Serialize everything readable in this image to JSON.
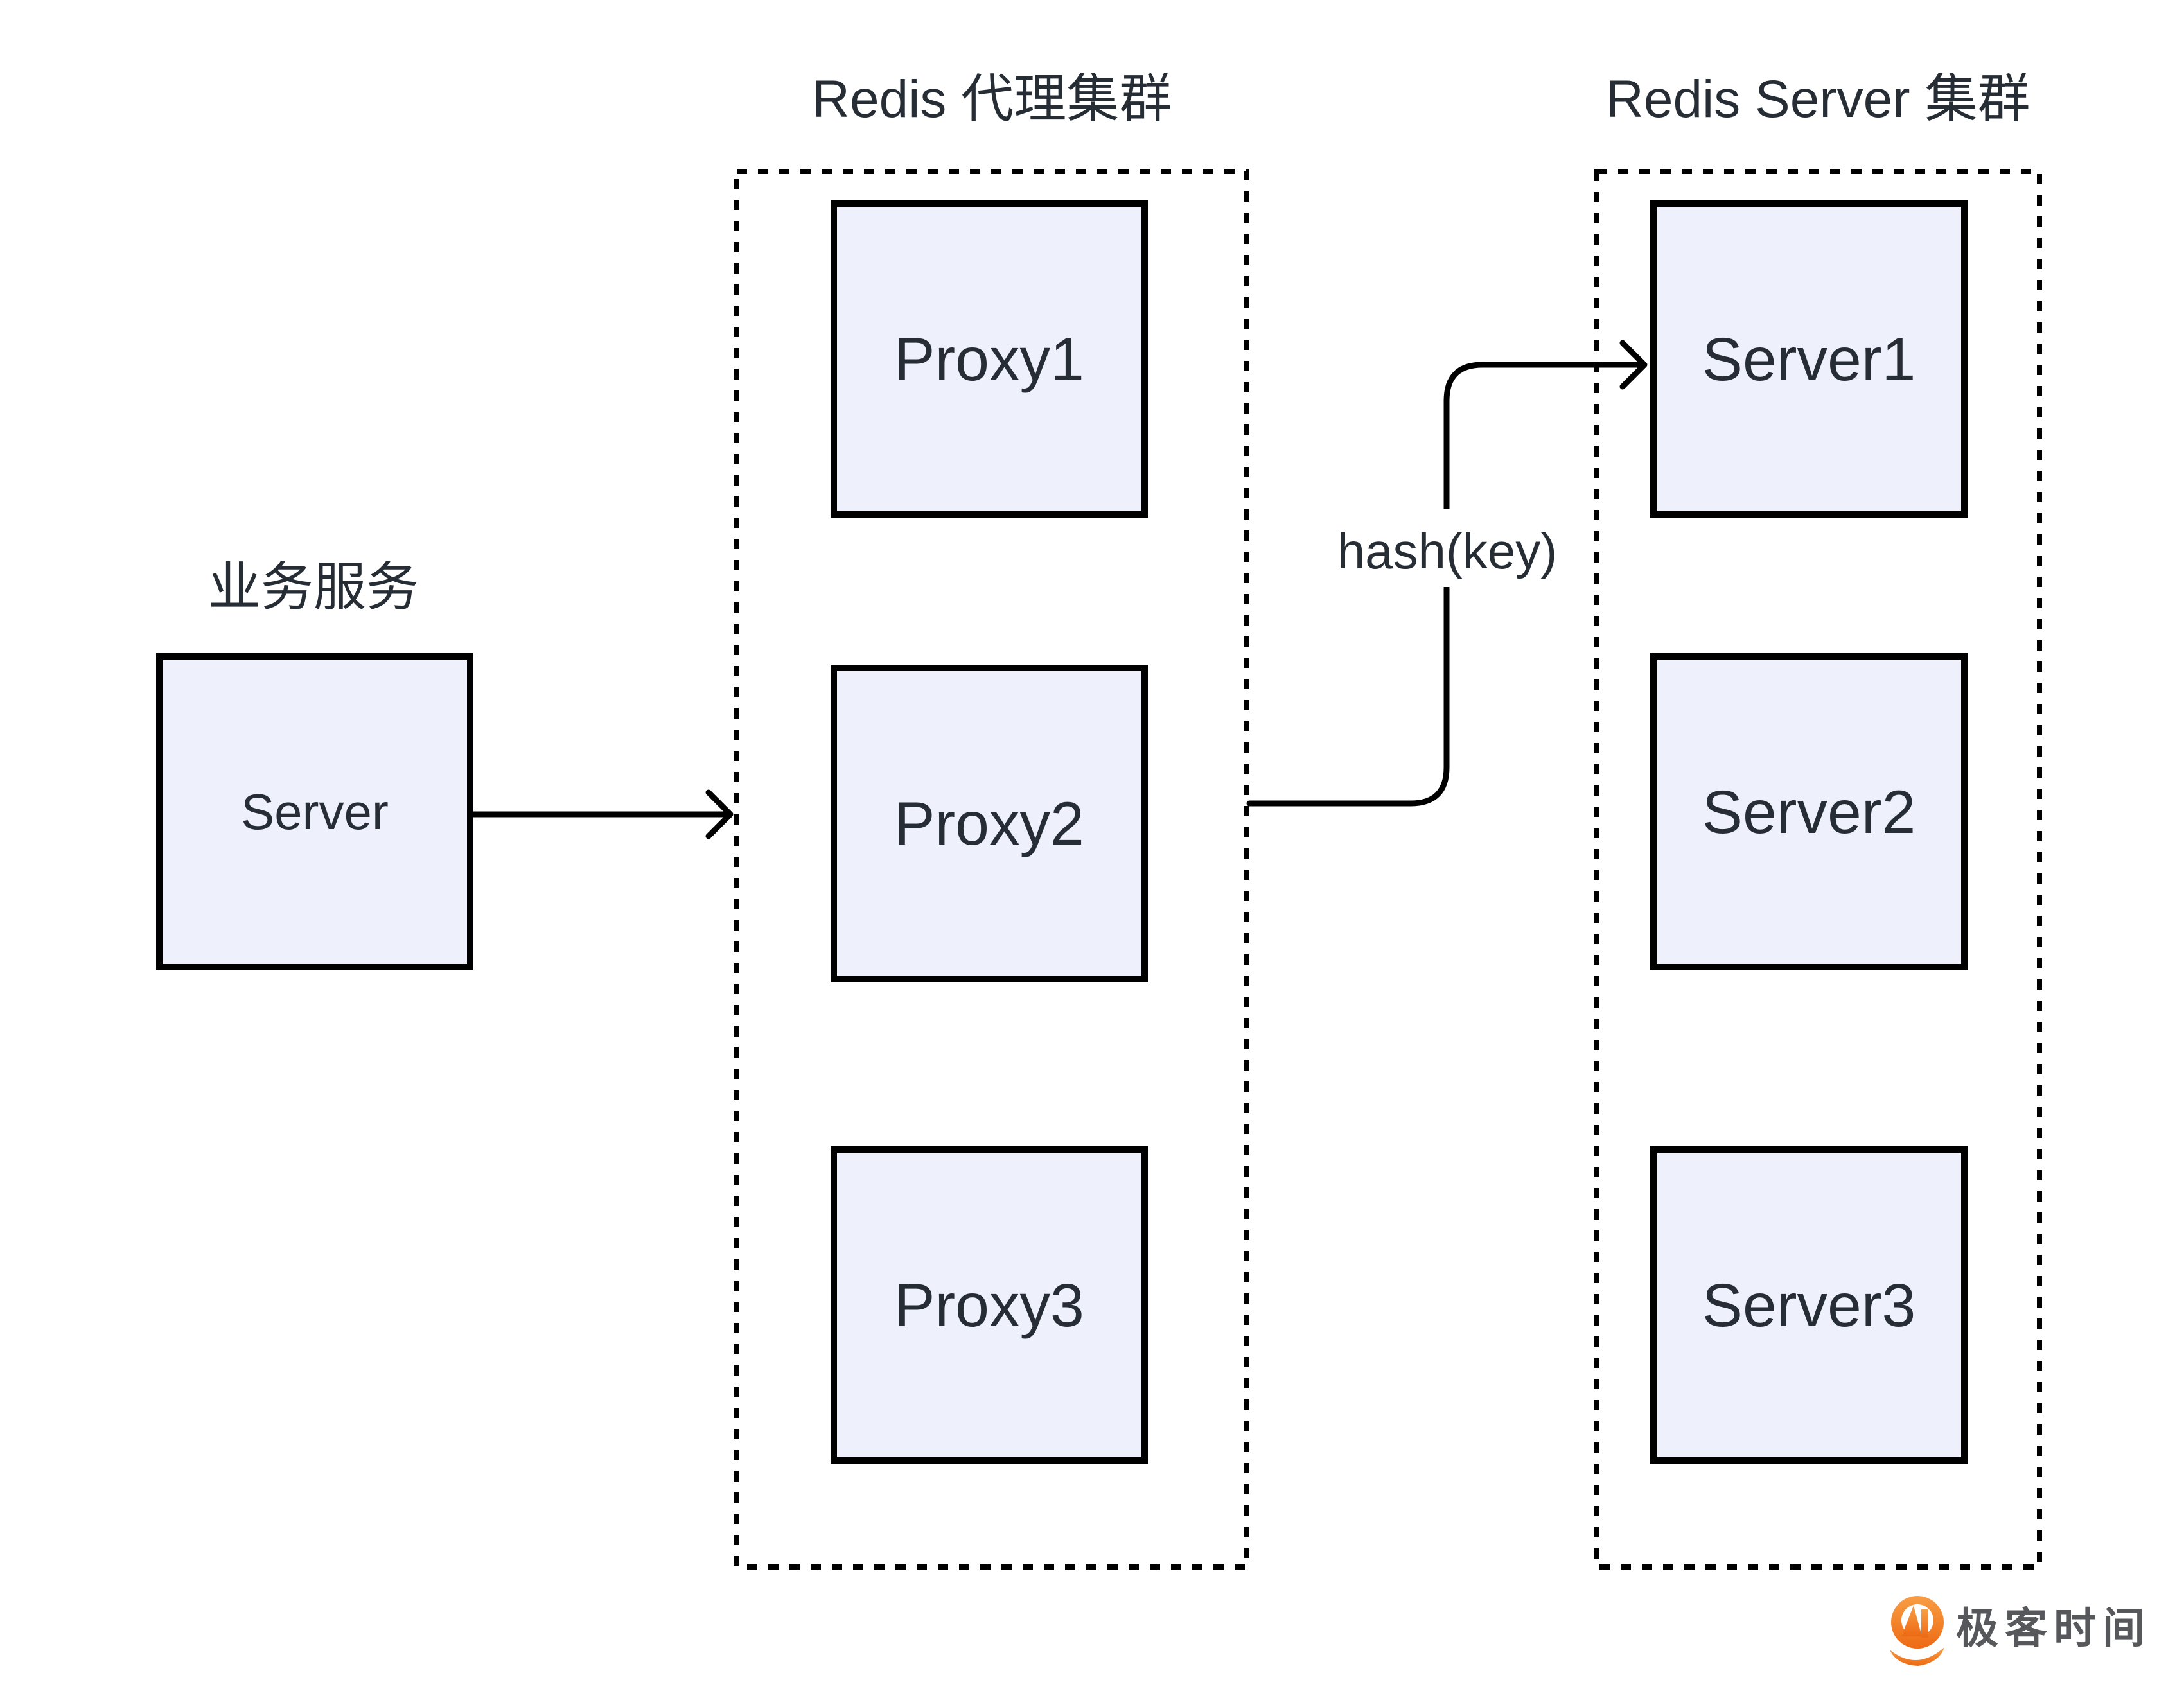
{
  "diagram": {
    "business": {
      "title": "业务服务",
      "server_label": "Server"
    },
    "proxy_cluster": {
      "title": "Redis 代理集群",
      "nodes": [
        "Proxy1",
        "Proxy2",
        "Proxy3"
      ]
    },
    "server_cluster": {
      "title": "Redis Server 集群",
      "nodes": [
        "Server1",
        "Server2",
        "Server3"
      ]
    },
    "edge_label": "hash(key)"
  },
  "branding": {
    "logo_text": "极客时间"
  },
  "colors": {
    "background": "#FFFFFF",
    "node_fill": "#EEF1FB",
    "node_border": "#000000",
    "line": "#000000",
    "text": "#272D35",
    "logo_orange": "#ED6A13",
    "logo_orange_light": "#F89E45",
    "logo_text_gray": "#57585B"
  }
}
